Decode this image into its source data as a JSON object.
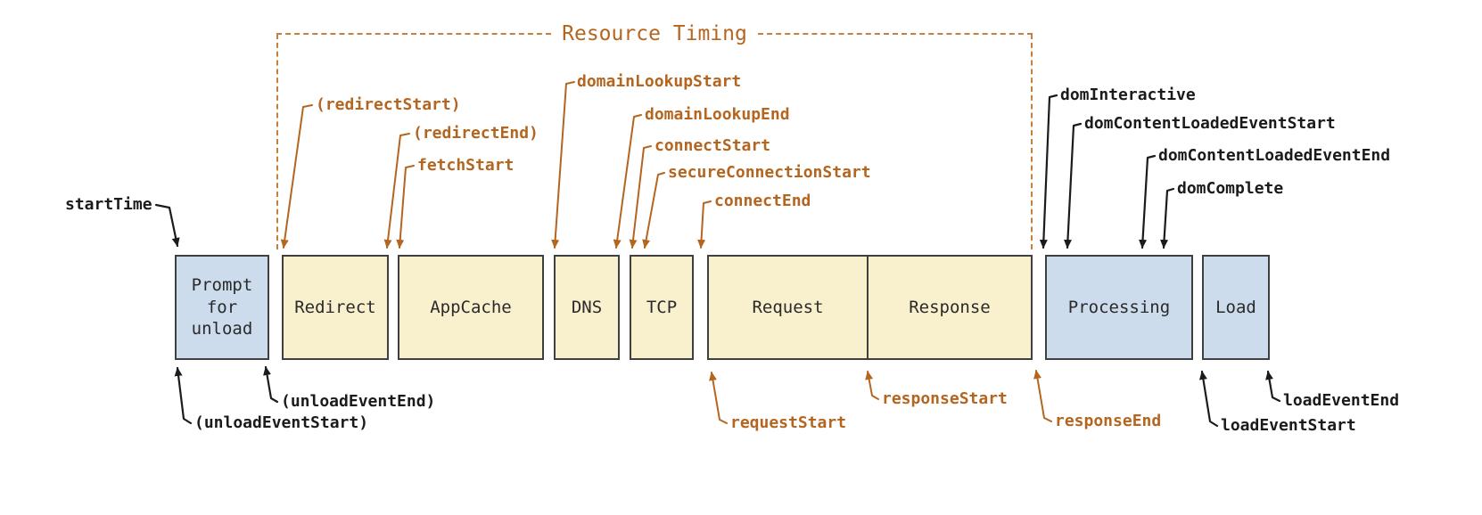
{
  "diagram": {
    "bracket_label": "Resource Timing"
  },
  "boxes": {
    "prompt": {
      "label": "Prompt for unload"
    },
    "redirect": {
      "label": "Redirect"
    },
    "appcache": {
      "label": "AppCache"
    },
    "dns": {
      "label": "DNS"
    },
    "tcp": {
      "label": "TCP"
    },
    "request": {
      "label": "Request"
    },
    "response": {
      "label": "Response"
    },
    "processing": {
      "label": "Processing"
    },
    "load": {
      "label": "Load"
    }
  },
  "annotations": {
    "startTime": "startTime",
    "unloadEventStart": "(unloadEventStart)",
    "unloadEventEnd": "(unloadEventEnd)",
    "redirectStart": "(redirectStart)",
    "redirectEnd": "(redirectEnd)",
    "fetchStart": "fetchStart",
    "domainLookupStart": "domainLookupStart",
    "domainLookupEnd": "domainLookupEnd",
    "connectStart": "connectStart",
    "secureConnectionStart": "secureConnectionStart",
    "connectEnd": "connectEnd",
    "requestStart": "requestStart",
    "responseStart": "responseStart",
    "responseEnd": "responseEnd",
    "domInteractive": "domInteractive",
    "domContentLoadedEventStart": "domContentLoadedEventStart",
    "domContentLoadedEventEnd": "domContentLoadedEventEnd",
    "domComplete": "domComplete",
    "loadEventStart": "loadEventStart",
    "loadEventEnd": "loadEventEnd"
  },
  "colors": {
    "accent": "#b4651f",
    "bracket": "#c5803e",
    "ink": "#1b1b1b",
    "blue": "#ccdcec",
    "cream": "#f9f0cd",
    "box-border": "#404040",
    "box-text": "#2a2a2a",
    "bg": "#ffffff"
  }
}
